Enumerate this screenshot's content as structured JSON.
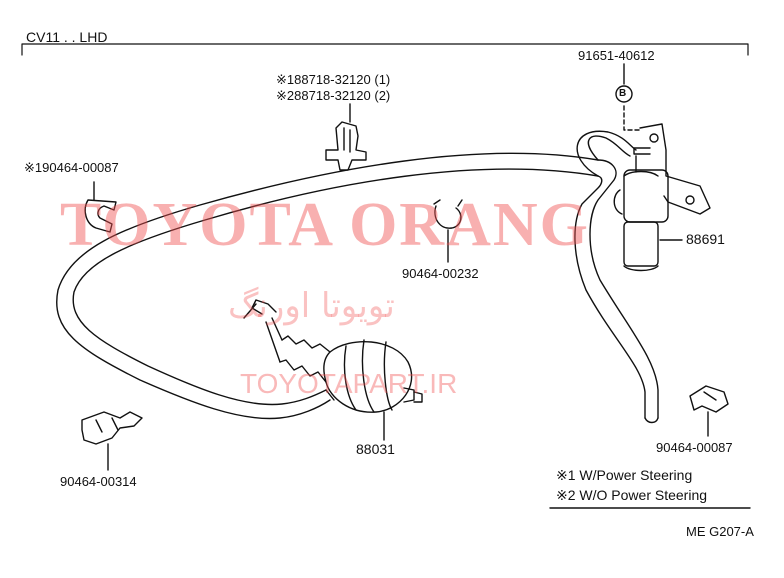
{
  "header": {
    "model": "CV11 . . LHD"
  },
  "parts": {
    "bracket_1": "※188718-32120 (1)",
    "bracket_2": "※288718-32120 (2)",
    "clip_left": "※190464-00087",
    "clamp_mid": "90464-00232",
    "hose_clamp": "90464-00314",
    "actuator": "88031",
    "vsv": "88691",
    "vsv_bolt": "91651-40612",
    "clip_right": "90464-00087",
    "callout_b": "B"
  },
  "legend": [
    {
      "mark": "※1",
      "text": "W/Power Steering"
    },
    {
      "mark": "※2",
      "text": "W/O Power Steering"
    }
  ],
  "footer": {
    "figure_code": "ME G207-A"
  },
  "watermark": {
    "brand": "TOYOTA ORANG",
    "brand_fa": "تویوتا اورنگ",
    "url": "TOYOTAPART.IR"
  },
  "colors": {
    "ink": "#111111",
    "watermark": "#f05050"
  }
}
